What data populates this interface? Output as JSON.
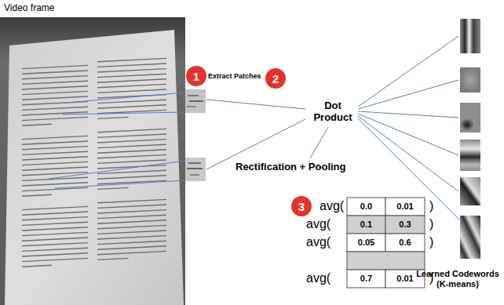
{
  "diagram": {
    "nodes": [
      {
        "text": [
          "1"
        ]
      },
      {
        "text": [
          "2"
        ]
      },
      {
        "text": [
          "3"
        ]
      }
    ],
    "labels": [
      "Video frame",
      "Extract Patches",
      "Dot Product",
      "Rectification + Pooling",
      "avg(",
      "0.0",
      "0.01",
      ")",
      "avg(",
      "0.1",
      "0.3",
      ")",
      "avg(",
      "0.05",
      "0.6",
      ")",
      "avg(",
      "0.7",
      "0.01",
      ")",
      "Learned Codewords (K-means)"
    ]
  }
}
